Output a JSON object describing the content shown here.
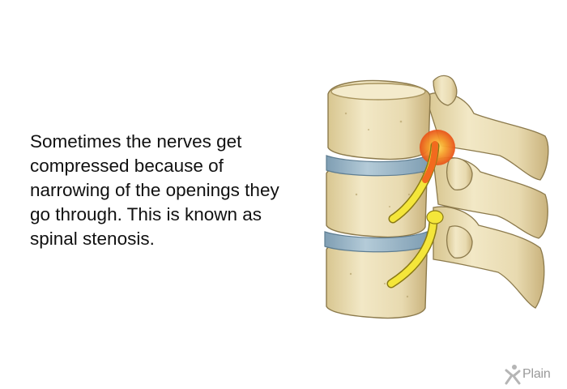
{
  "caption": "Sometimes the nerves get compressed because of narrowing of the openings they go through. This is known as spinal stenosis.",
  "illustration": {
    "icon": "spine-vertebrae-illustration",
    "colors": {
      "bone": "#ece0b8",
      "bone_shadow": "#c9b27c",
      "disc": "#9fb9c8",
      "nerve": "#f4e63a",
      "compression": "#f26a1e"
    }
  },
  "logo": {
    "icon": "x-plain-logo-icon",
    "text": "Plain"
  }
}
